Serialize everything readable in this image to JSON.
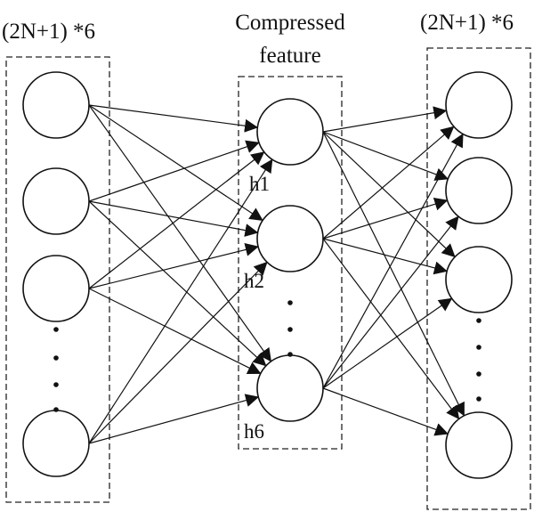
{
  "diagram": {
    "input_label": "(2N+1) *6",
    "hidden_label_line1": "Compressed",
    "hidden_label_line2": "feature",
    "output_label": "(2N+1) *6",
    "hidden_nodes": [
      "h1",
      "h2",
      "h6"
    ],
    "colors": {
      "stroke": "#111111",
      "background": "#ffffff"
    }
  }
}
